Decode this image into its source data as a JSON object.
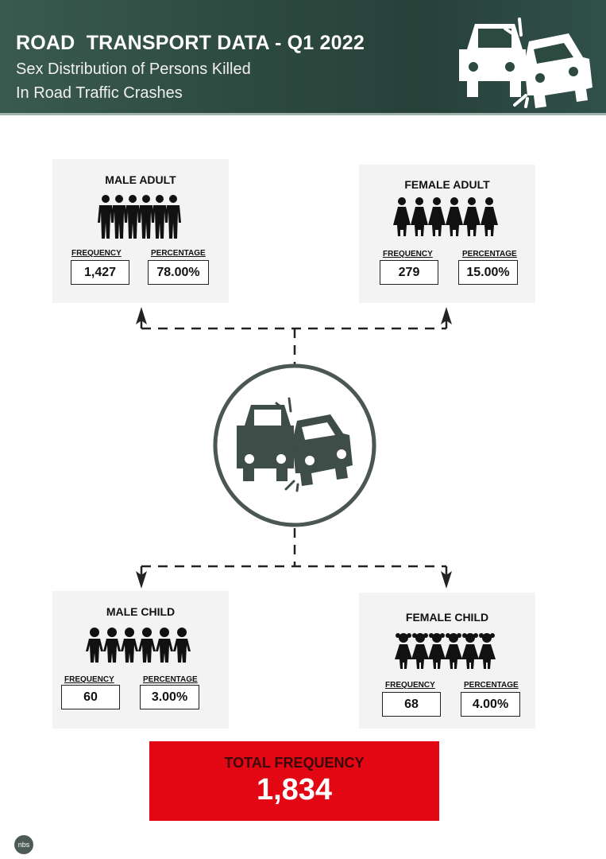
{
  "header": {
    "title": "ROAD  TRANSPORT DATA - Q1 2022",
    "subtitle_line1": "Sex Distribution of Persons Killed",
    "subtitle_line2": "In Road Traffic Crashes",
    "icon": "car-crash-icon"
  },
  "labels": {
    "frequency": "FREQUENCY",
    "percentage": "PERCENTAGE"
  },
  "categories": [
    {
      "title": "MALE ADULT",
      "frequency": "1,427",
      "percentage": "78.00%",
      "icon": "male-adult-figures-icon"
    },
    {
      "title": "FEMALE ADULT",
      "frequency": "279",
      "percentage": "15.00%",
      "icon": "female-adult-figures-icon"
    },
    {
      "title": "MALE CHILD",
      "frequency": "60",
      "percentage": "3.00%",
      "icon": "male-child-figures-icon"
    },
    {
      "title": "FEMALE CHILD",
      "frequency": "68",
      "percentage": "4.00%",
      "icon": "female-child-figures-icon"
    }
  ],
  "total": {
    "label": "TOTAL FREQUENCY",
    "value": "1,834"
  },
  "logo": "nbs",
  "colors": {
    "header": "#2d4a40",
    "total_bg": "#e30613",
    "circle": "#4a5754",
    "panel": "#f3f3f3"
  }
}
